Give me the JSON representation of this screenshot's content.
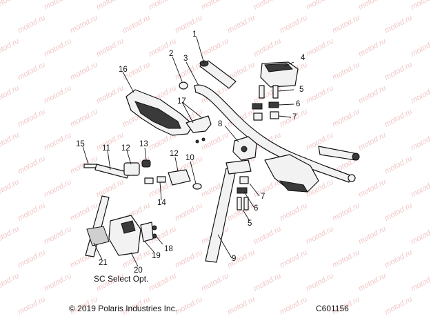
{
  "callouts": [
    "1",
    "2",
    "3",
    "4",
    "5",
    "6",
    "7",
    "8",
    "9",
    "10",
    "11",
    "12",
    "13",
    "14",
    "15",
    "16",
    "17",
    "12",
    "7",
    "6",
    "5",
    "18",
    "19",
    "20",
    "21"
  ],
  "option_note": "SC Select Opt.",
  "copyright": "© 2019 Polaris Industries Inc.",
  "figure_code": "C601156",
  "watermark": "motod.ru"
}
